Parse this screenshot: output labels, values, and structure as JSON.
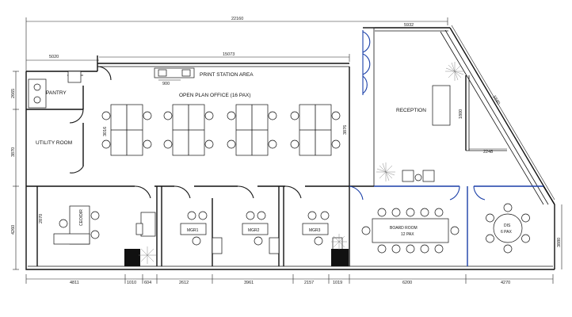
{
  "dimensions": {
    "overall_width": "22160",
    "top_left_span": "5020",
    "top_mid_span": "15073",
    "reception_top": "5932",
    "print_width": "900",
    "left_top_height": "2665",
    "left_mid_height": "3870",
    "left_bottom_height": "4260",
    "ceo_inner": "2870",
    "bottom": [
      "4811",
      "1010",
      "604",
      "2612",
      "3961",
      "2157",
      "1019",
      "6200",
      "4270"
    ],
    "glazing_diag": "5680",
    "right_height": "3880",
    "open_plan_height": "3876",
    "reception_wall": "1800",
    "reception_desk": "2248",
    "desk_depth": "3016"
  },
  "rooms": {
    "print_station": "PRINT STATION AREA",
    "pantry": "PANTRY",
    "open_plan": "OPEN PLAN OFFICE (16 PAX)",
    "utility": "UTILITY ROOM",
    "reception": "RECEPTION",
    "ceo": "CEO/DIR",
    "mgr1": "MGR1",
    "mgr2": "MGR2",
    "mgr3": "MGR3",
    "board_line1": "BOARD ROOM",
    "board_line2": "12 PAX",
    "dis_line1": "DIS",
    "dis_line2": "6 PAX"
  }
}
